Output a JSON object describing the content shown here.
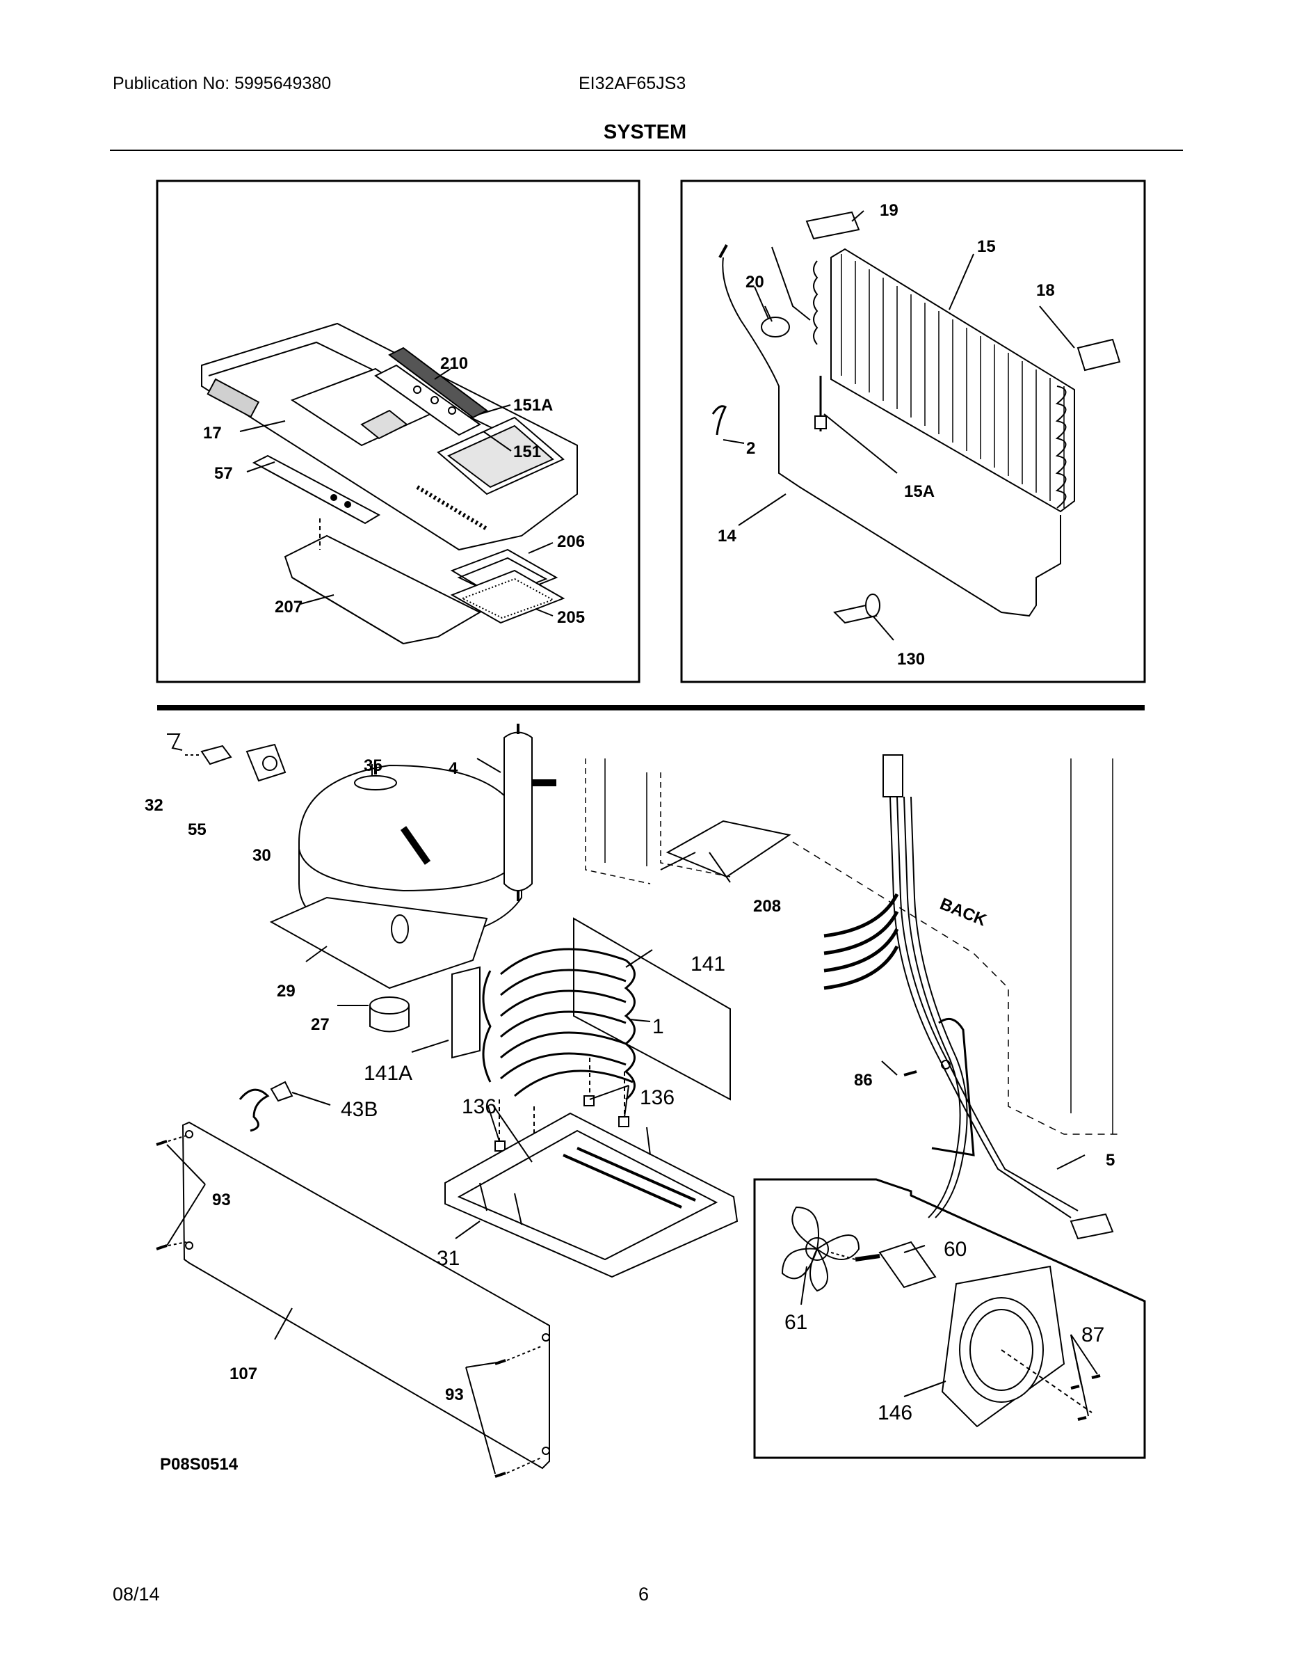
{
  "header": {
    "publication": "Publication No: 5995649380",
    "model": "EI32AF65JS3"
  },
  "title": "SYSTEM",
  "footer": {
    "date": "08/14",
    "page": "6"
  },
  "diagram_code": "P08S0514",
  "back_label": "BACK",
  "callouts": {
    "c210": "210",
    "c151A": "151A",
    "c17": "17",
    "c151": "151",
    "c57": "57",
    "c206": "206",
    "c207": "207",
    "c205": "205",
    "c19": "19",
    "c15": "15",
    "c18": "18",
    "c20": "20",
    "c2": "2",
    "c15A": "15A",
    "c14": "14",
    "c130": "130",
    "c35": "35",
    "c4": "4",
    "c32": "32",
    "c55": "55",
    "c30": "30",
    "c208": "208",
    "c29": "29",
    "c141": "141",
    "c27": "27",
    "c1": "1",
    "c141A": "141A",
    "c86": "86",
    "c136a": "136",
    "c136b": "136",
    "c43B": "43B",
    "c93a": "93",
    "c31": "31",
    "c5": "5",
    "c60": "60",
    "c61": "61",
    "c87": "87",
    "c107": "107",
    "c93b": "93",
    "c146": "146"
  },
  "colors": {
    "ink": "#000000",
    "paper": "#ffffff",
    "shade": "#d0d0d0"
  }
}
